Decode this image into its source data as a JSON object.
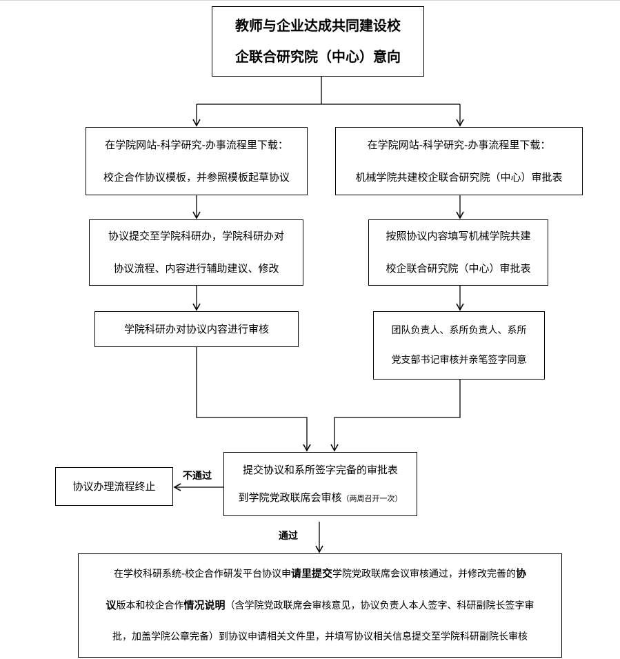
{
  "title": {
    "line1": "教师与企业达成共同建设校",
    "line2": "企联合研究院（中心）意向"
  },
  "left_download": {
    "line1": "在学院网站-科学研究-办事流程里下载：",
    "line2": "校企合作协议模板，并参照模板起草协议"
  },
  "right_download": {
    "line1": "在学院网站-科学研究-办事流程里下载：",
    "line2": "机械学院共建校企联合研究院（中心）审批表"
  },
  "submit_office": {
    "line1": "协议提交至学院科研办，学院科研办对",
    "line2": "协议流程、内容进行辅助建议、修改"
  },
  "fill_form": {
    "line1": "按照协议内容填写机械学院共建",
    "line2": "校企联合研究院（中心）审批表"
  },
  "office_review": {
    "line1": "学院科研办对协议内容进行审核"
  },
  "team_sign": {
    "line1": "团队负责人、系所负责人、系所",
    "line2": "党支部书记审核并亲笔签字同意"
  },
  "meeting": {
    "line1": "提交协议和系所签字完备的审批表",
    "line2": "到学院党政联席会审核",
    "note": "（两周召开一次）"
  },
  "terminate": {
    "line1": "协议办理流程终止"
  },
  "labels": {
    "fail": "不通过",
    "pass": "通过"
  },
  "final": {
    "p1": "在学校科研系统-校企合作研发平台协议申",
    "b1": "请里提交",
    "p2": "学院党政联席会议审核通过，并修改完善的",
    "b2": "协",
    "b3": "议",
    "p3": "版本和校企合作",
    "b4": "情况说明",
    "p4": "（含学院党政联席会审核意见，协议负责人本人签字、科研副院长签字审",
    "p5": "批，加盖学院公章完备）到协议申请相关文件里，并填写协议相关信息提交至学院科研副院长审核"
  }
}
